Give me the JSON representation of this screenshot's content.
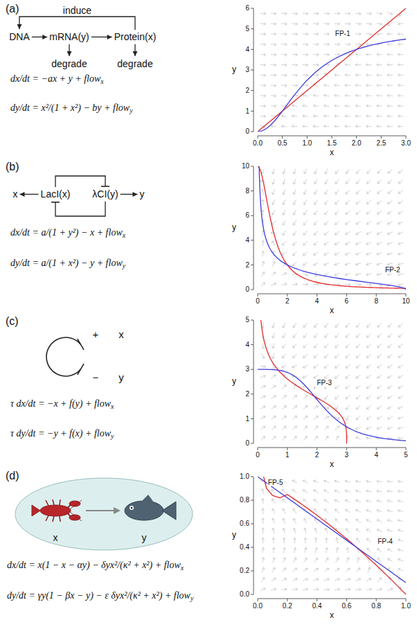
{
  "diagram": {
    "nodes": [
      {
        "text": [
          "DNA"
        ]
      },
      {
        "text": [
          "mRNA(y)"
        ]
      },
      {
        "text": [
          "Protein(x)"
        ]
      },
      {
        "text": [
          "degrade"
        ]
      },
      {
        "text": [
          "degrade"
        ]
      },
      {
        "text": [
          "x"
        ]
      },
      {
        "text": [
          "LacI(x)"
        ]
      },
      {
        "text": [
          "λCI(y)"
        ]
      },
      {
        "text": [
          "y"
        ]
      }
    ],
    "edges": [
      {
        "from": 0,
        "to": 1,
        "arrow": "to"
      },
      {
        "from": 1,
        "to": 2,
        "arrow": "to"
      },
      {
        "from": 1,
        "to": 3,
        "arrow": "to"
      },
      {
        "from": 2,
        "to": 4,
        "arrow": "to"
      },
      {
        "from": 2,
        "to": 0,
        "label": "induce",
        "arrow": "to"
      },
      {
        "from": 6,
        "to": 5,
        "arrow": "to"
      },
      {
        "from": 7,
        "to": 8,
        "arrow": "to"
      },
      {
        "from": 6,
        "to": 7,
        "arrow": "to"
      },
      {
        "from": 7,
        "to": 6,
        "arrow": "to"
      }
    ],
    "labels": [
      "(a)",
      "dx/dt = −ax + y + flow",
      "x",
      "dy/dt = x²/(1 + x²) − by + flow",
      "y",
      "(b)",
      "dx/dt = a/(1 + y²) − x + flow",
      "x",
      "dy/dt = a/(1 + x²) − y + flow",
      "y",
      "(c)",
      "+",
      "x",
      "−",
      "y",
      "τ dx/dt = −x + f(y) + flow",
      "x",
      "τ dy/dt = −y + f(x) + flow",
      "y",
      "(d)",
      "x",
      "y",
      "dx/dt = x(1 − x − αy) − δyx²/(κ² + x²) + flow",
      "x",
      "dy/dt = γy(1 − βx − y) − ε δyx²/(κ² + x²) + flow",
      "y",
      "0.0",
      "0.5",
      "1.0",
      "1.5",
      "2.0",
      "2.5",
      "3.0",
      "0",
      "1",
      "2",
      "3",
      "4",
      "5",
      "6",
      "x",
      "y",
      "FP-1",
      "0",
      "2",
      "4",
      "6",
      "8",
      "10",
      "0",
      "2",
      "4",
      "6",
      "8",
      "10",
      "x",
      "y",
      "FP-2",
      "0",
      "1",
      "2",
      "3",
      "4",
      "5",
      "0",
      "1",
      "2",
      "3",
      "4",
      "5",
      "x",
      "y",
      "FP-3",
      "0.0",
      "0.2",
      "0.4",
      "0.6",
      "0.8",
      "1.0",
      "0.0",
      "0.2",
      "0.4",
      "0.6",
      "0.8",
      "1.0",
      "x",
      "y",
      "FP-4",
      "FP-5"
    ]
  }
}
